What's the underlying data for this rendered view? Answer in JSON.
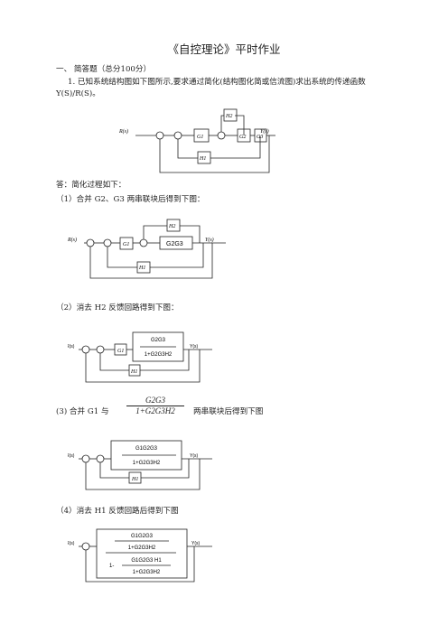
{
  "doc": {
    "title": "《自控理论》平时作业",
    "section": "一、  简答题（总分100分）",
    "q1_line1": "1. 已知系统结构图如下图所示,要求通过简化(结构图化简或信流图)求出系统的传递函数",
    "q1_line2": "Y(S)/R(S)。",
    "answer": "答：简化过程如下：",
    "step1": "（1）合并 G2、G3 两串联块后得到下图：",
    "step2": "（2）消去 H2  反馈回路得到下图：",
    "step3_prefix": "(3)  合并  G1  与",
    "step3_suffix": "两串联块后得到下图",
    "step3_num": "G2G3",
    "step3_den": "1+G2G3H2",
    "step4": "（4）消去  H1  反馈回路后得到下图"
  },
  "diagrams": {
    "input": "R(s)",
    "output": "Y(s)",
    "g1": "G1",
    "g2": "G2",
    "g3": "G3",
    "h1": "H1",
    "h2": "H2",
    "g2g3": "G2G3",
    "c_num": "G2G3",
    "c_den": "1+G2G3H2",
    "d_num": "G1G2G3",
    "d_den": "1+G2G3H2",
    "e_top": "G1G2G3",
    "e_mid": "1+G2G3H2",
    "e_one": "1-",
    "e_inner_num": "G1G2G3 H1",
    "e_inner_den": "1+G2G3H2"
  }
}
